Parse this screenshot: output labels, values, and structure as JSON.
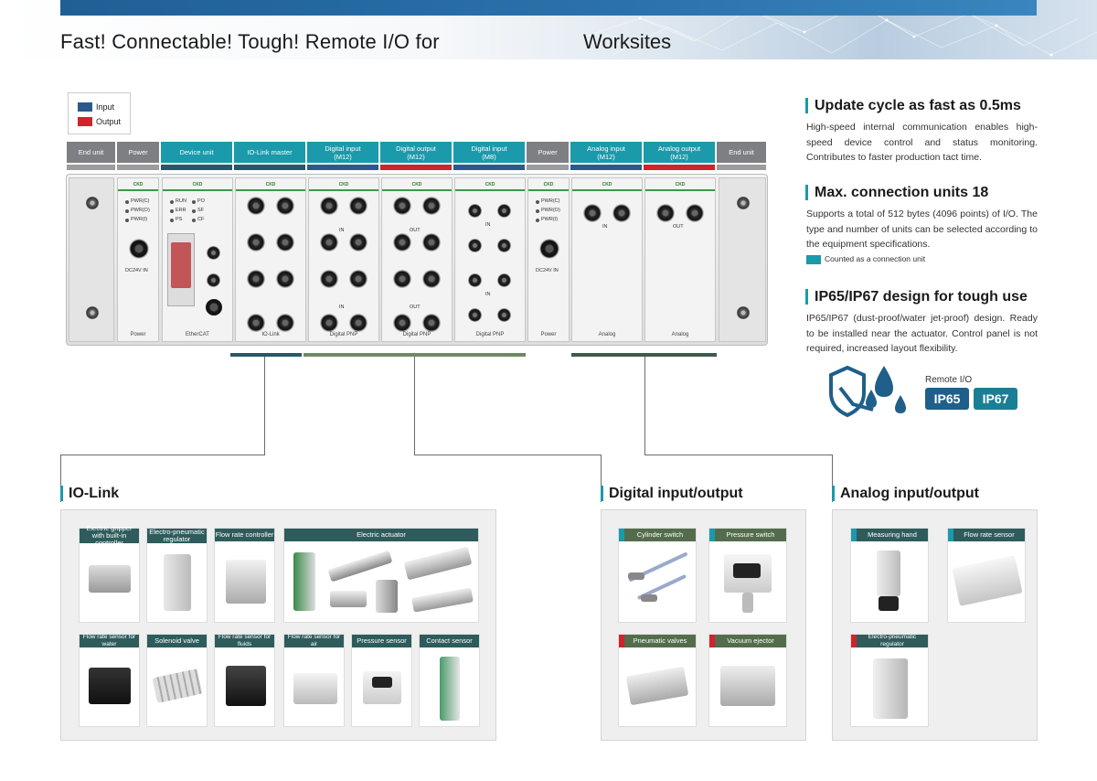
{
  "header": {
    "title_part1": "Fast! Connectable! Tough! Remote I/O for",
    "title_part2": "Worksites"
  },
  "legend": {
    "input_label": "Input",
    "output_label": "Output",
    "input_color": "#2a5a8c",
    "output_color": "#d0232c"
  },
  "units": [
    {
      "label": "End unit",
      "sub": ""
    },
    {
      "label": "Power",
      "sub": ""
    },
    {
      "label": "Device unit",
      "sub": ""
    },
    {
      "label": "IO-Link master",
      "sub": ""
    },
    {
      "label": "Digital input",
      "sub": "(M12)"
    },
    {
      "label": "Digital output",
      "sub": "(M12)"
    },
    {
      "label": "Digital input",
      "sub": "(M8)"
    },
    {
      "label": "Power",
      "sub": ""
    },
    {
      "label": "Analog input",
      "sub": "(M12)"
    },
    {
      "label": "Analog output",
      "sub": "(M12)"
    },
    {
      "label": "End unit",
      "sub": ""
    }
  ],
  "device": {
    "brand": "CKD",
    "power_in_label": "DC24V IN",
    "io_in": "IN",
    "io_out": "OUT",
    "leds_left": [
      "PWR(C)",
      "PWR(O)",
      "PWR(I)"
    ],
    "leds_dev": [
      "RUN",
      "ERR",
      "PS",
      "PO",
      "SF",
      "CF"
    ],
    "foot_labels": [
      "Power",
      "EtherCAT",
      "IO-Link",
      "Digital PNP",
      "Digital PNP",
      "Digital PNP",
      "Power",
      "Analog",
      "Analog"
    ]
  },
  "features": [
    {
      "title": "Update cycle as fast as 0.5ms",
      "text": "High-speed internal communication enables high-speed device control and status monitoring. Contributes to faster production tact time."
    },
    {
      "title": "Max. connection units 18",
      "text": "Supports a total of 512 bytes (4096 points) of I/O. The type and number of units can be selected according to the equipment specifications."
    },
    {
      "title": "IP65/IP67 design for tough use",
      "text": "IP65/IP67 (dust-proof/water jet-proof) design. Ready to be installed near the actuator. Control panel is not required, increased layout flexibility."
    }
  ],
  "connection_note": "Counted as a connection unit",
  "ip": {
    "label": "Remote I/O",
    "badges": [
      "IP65",
      "IP67"
    ],
    "color": "#1f5f8a"
  },
  "sections": {
    "io_link": {
      "title": "IO-Link",
      "row1": [
        "Electric gripper with built-in controller",
        "Electro-pneumatic regulator",
        "Flow rate controller",
        "Electric actuator"
      ],
      "row2": [
        "Flow rate sensor for water",
        "Solenoid valve",
        "Flow rate sensor for fluids",
        "Flow rate sensor for air",
        "Pressure sensor",
        "Contact sensor"
      ]
    },
    "digital": {
      "title": "Digital input/output",
      "cards": [
        "Cylinder switch",
        "Pressure switch",
        "Pneumatic valves",
        "Vacuum ejector"
      ]
    },
    "analog": {
      "title": "Analog input/output",
      "cards": [
        "Measuring hand",
        "Flow rate sensor",
        "Electro-pneumatic regulator"
      ]
    }
  }
}
